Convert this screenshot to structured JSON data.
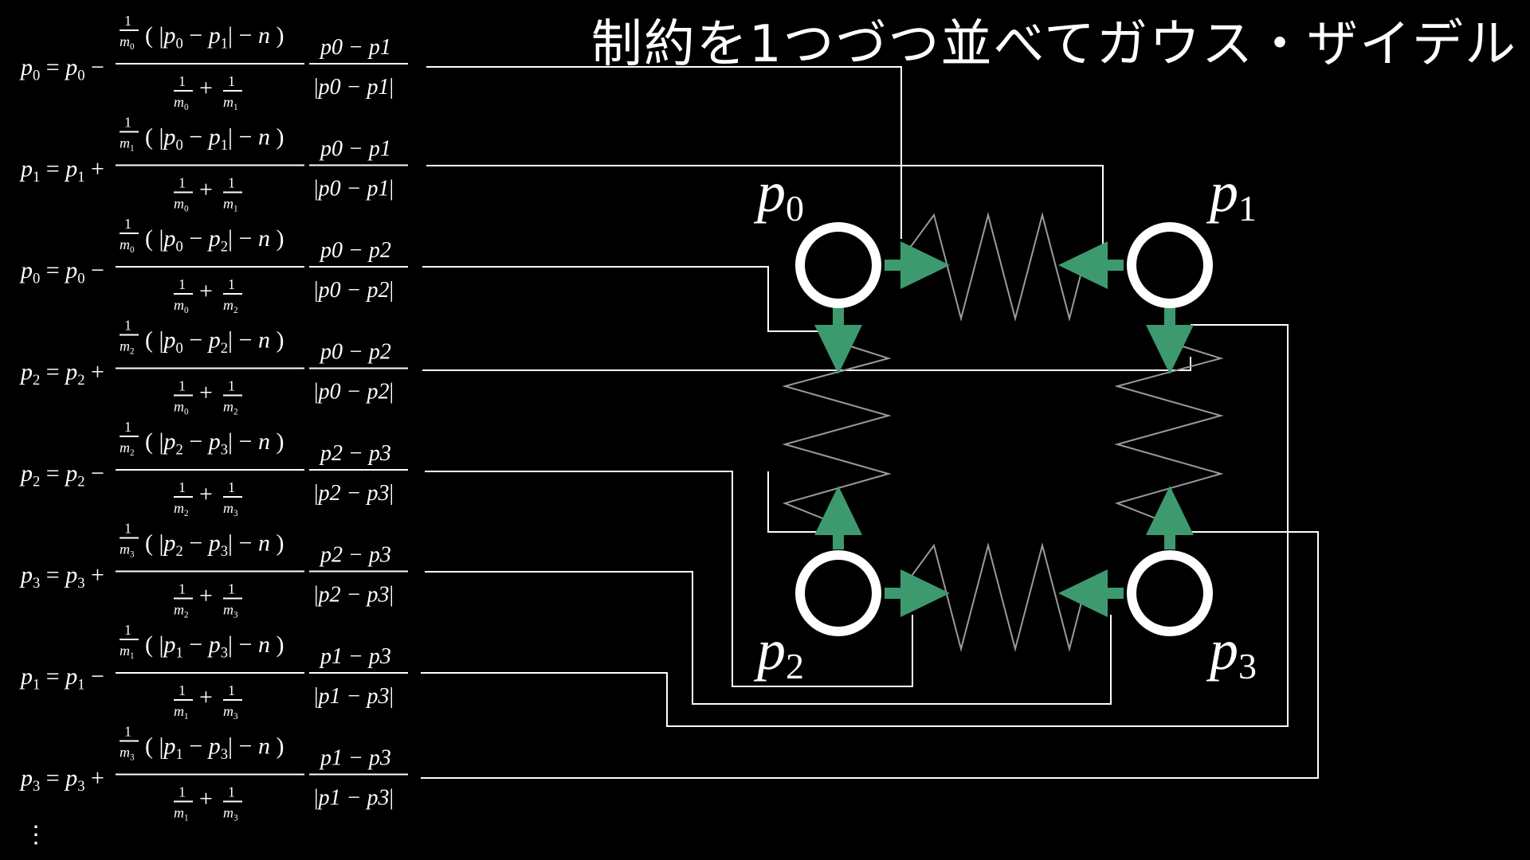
{
  "title": "制約を1つづつ並べてガウス・ザイデル",
  "equations": [
    {
      "lhs": "p0",
      "pos": "p0",
      "sign": "−",
      "m": "m0",
      "a": "p0",
      "b": "p1",
      "d0": "m0",
      "d1": "m1",
      "vn": "p0 − p1",
      "vd": "p0 − p1"
    },
    {
      "lhs": "p1",
      "pos": "p1",
      "sign": "+",
      "m": "m1",
      "a": "p0",
      "b": "p1",
      "d0": "m0",
      "d1": "m1",
      "vn": "p0 − p1",
      "vd": "p0 − p1"
    },
    {
      "lhs": "p0",
      "pos": "p0",
      "sign": "−",
      "m": "m0",
      "a": "p0",
      "b": "p2",
      "d0": "m0",
      "d1": "m2",
      "vn": "p0 − p2",
      "vd": "p0 − p2"
    },
    {
      "lhs": "p2",
      "pos": "p2",
      "sign": "+",
      "m": "m2",
      "a": "p0",
      "b": "p2",
      "d0": "m0",
      "d1": "m2",
      "vn": "p0 − p2",
      "vd": "p0 − p2"
    },
    {
      "lhs": "p2",
      "pos": "p2",
      "sign": "−",
      "m": "m2",
      "a": "p2",
      "b": "p3",
      "d0": "m2",
      "d1": "m3",
      "vn": "p2 − p3",
      "vd": "p2 − p3"
    },
    {
      "lhs": "p3",
      "pos": "p3",
      "sign": "+",
      "m": "m3",
      "a": "p2",
      "b": "p3",
      "d0": "m2",
      "d1": "m3",
      "vn": "p2 − p3",
      "vd": "p2 − p3"
    },
    {
      "lhs": "p1",
      "pos": "p1",
      "sign": "−",
      "m": "m1",
      "a": "p1",
      "b": "p3",
      "d0": "m1",
      "d1": "m3",
      "vn": "p1 − p3",
      "vd": "p1 − p3"
    },
    {
      "lhs": "p3",
      "pos": "p3",
      "sign": "+",
      "m": "m3",
      "a": "p1",
      "b": "p3",
      "d0": "m1",
      "d1": "m3",
      "vn": "p1 − p3",
      "vd": "p1 − p3"
    }
  ],
  "ellipsis": "⋮",
  "nodes": [
    "p0",
    "p1",
    "p2",
    "p3"
  ],
  "colors": {
    "arrow": "#3d9a6e",
    "background": "#000000",
    "wire": "#ffffff",
    "spring": "#9a9a9a"
  }
}
